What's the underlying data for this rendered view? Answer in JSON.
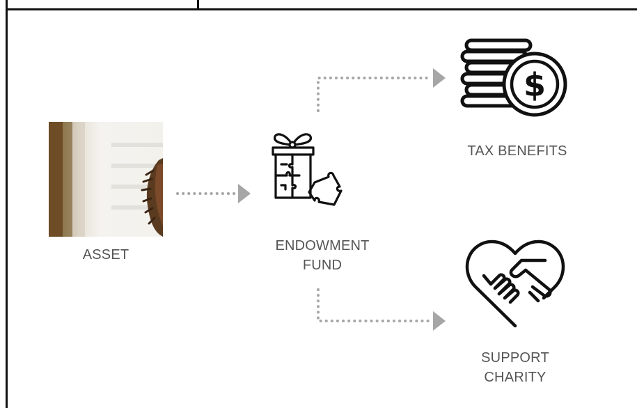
{
  "diagram": {
    "nodes": {
      "asset": {
        "label": "ASSET",
        "icon": "asset-photo"
      },
      "endowment": {
        "label": "ENDOWMENT\nFUND",
        "icon": "gift-puzzle-icon"
      },
      "tax": {
        "label": "TAX BENEFITS",
        "icon": "coins-dollar-icon"
      },
      "charity": {
        "label": "SUPPORT\nCHARITY",
        "icon": "heart-handshake-icon"
      }
    },
    "edges": [
      {
        "from": "asset",
        "to": "endowment"
      },
      {
        "from": "endowment",
        "to": "tax"
      },
      {
        "from": "endowment",
        "to": "charity"
      }
    ],
    "colors": {
      "text": "#555555",
      "arrow": "#a6a6a6",
      "icon_stroke": "#111111",
      "border": "#111111"
    }
  }
}
